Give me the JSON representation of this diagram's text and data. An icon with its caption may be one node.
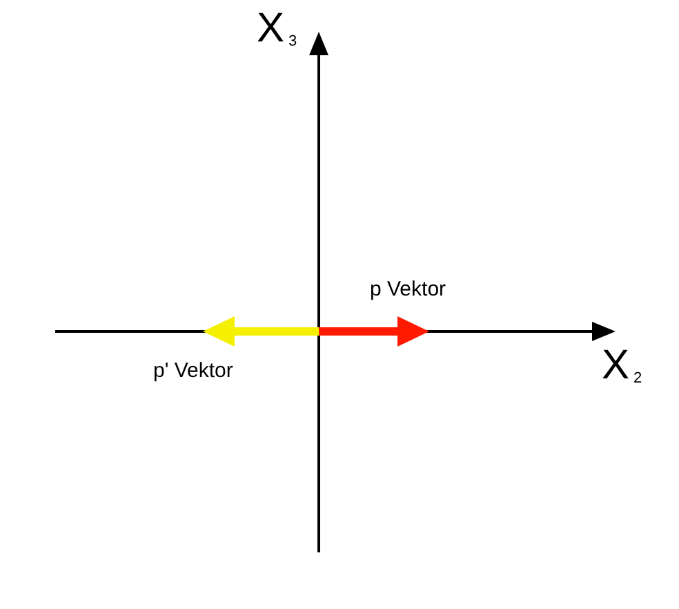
{
  "diagram": {
    "labels": [
      "X$_{3}$",
      "p Vektor",
      "X$_{2}$",
      "p' Vektor"
    ]
  }
}
